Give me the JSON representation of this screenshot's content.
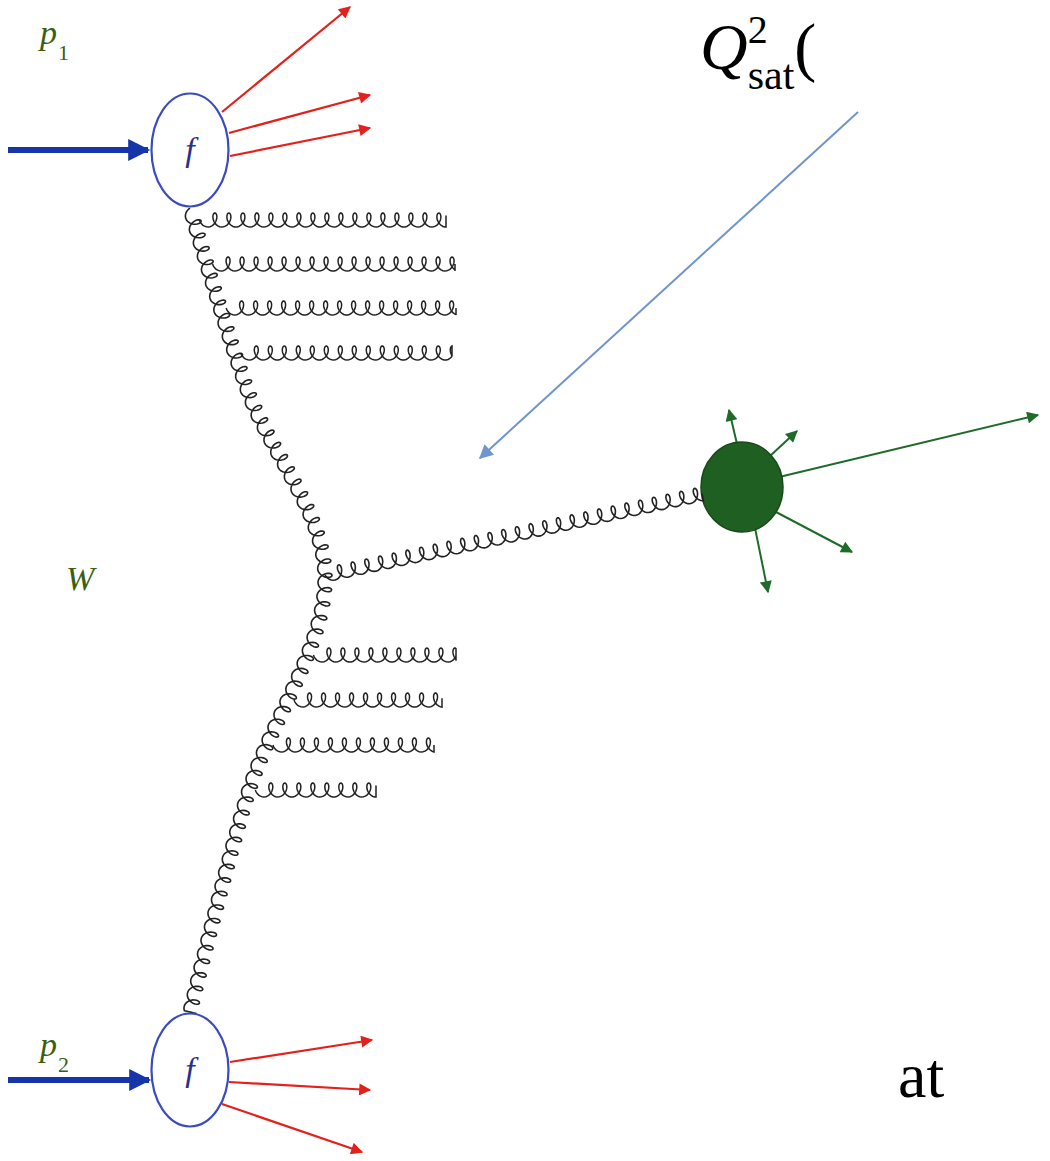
{
  "diagram": {
    "nodes": [
      {
        "text": [
          "f"
        ]
      },
      {
        "text": [
          "f"
        ]
      }
    ],
    "edges": [
      {
        "from": 0,
        "to": 1,
        "arrow": "none"
      }
    ],
    "labels": [
      "p",
      "1",
      "p",
      "2",
      "W",
      "Q",
      "2",
      "sat",
      "(",
      "at"
    ]
  }
}
